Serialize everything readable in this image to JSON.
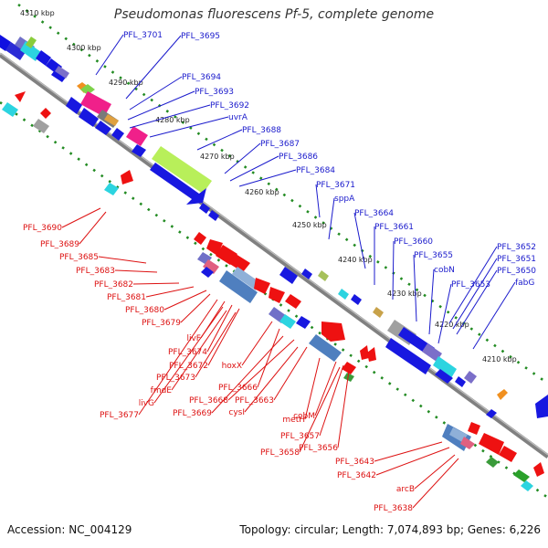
{
  "title": "Pseudomonas fluorescens Pf-5, complete genome",
  "footer": {
    "accession": "Accession: NC_004129",
    "info": "Topology: circular; Length: 7,074,893 bp; Genes: 6,226"
  },
  "colors": {
    "forward_label": "#1a1acc",
    "reverse_label": "#dd1111",
    "backbone": "#808080"
  },
  "scale_labels": [
    "4310 kbp",
    "4300 kbp",
    "4290 kbp",
    "4280 kbp",
    "4270 kbp",
    "4260 kbp",
    "4250 kbp",
    "4240 kbp",
    "4230 kbp",
    "4220 kbp",
    "4210 kbp"
  ],
  "forward_genes": [
    "PFL_3701",
    "PFL_3695",
    "PFL_3694",
    "PFL_3693",
    "PFL_3692",
    "uvrA",
    "PFL_3688",
    "PFL_3687",
    "PFL_3686",
    "PFL_3684",
    "PFL_3671",
    "sppA",
    "PFL_3664",
    "PFL_3661",
    "PFL_3660",
    "PFL_3655",
    "cobN",
    "PFL_3653",
    "PFL_3652",
    "PFL_3651",
    "PFL_3650",
    "fabG"
  ],
  "reverse_genes": [
    "PFL_3690",
    "PFL_3689",
    "PFL_3685",
    "PFL_3683",
    "PFL_3682",
    "PFL_3681",
    "PFL_3680",
    "PFL_3679",
    "livF",
    "PFL_3674",
    "PFL_3672",
    "PFL_3673",
    "fmdE",
    "livG",
    "PFL_3677",
    "hoxX",
    "PFL_3666",
    "PFL_3668",
    "PFL_3663",
    "PFL_3669",
    "cysI",
    "metH",
    "cobM",
    "PFL_3657",
    "PFL_3658",
    "PFL_3656",
    "PFL_3643",
    "PFL_3642",
    "arcB",
    "PFL_3638"
  ]
}
